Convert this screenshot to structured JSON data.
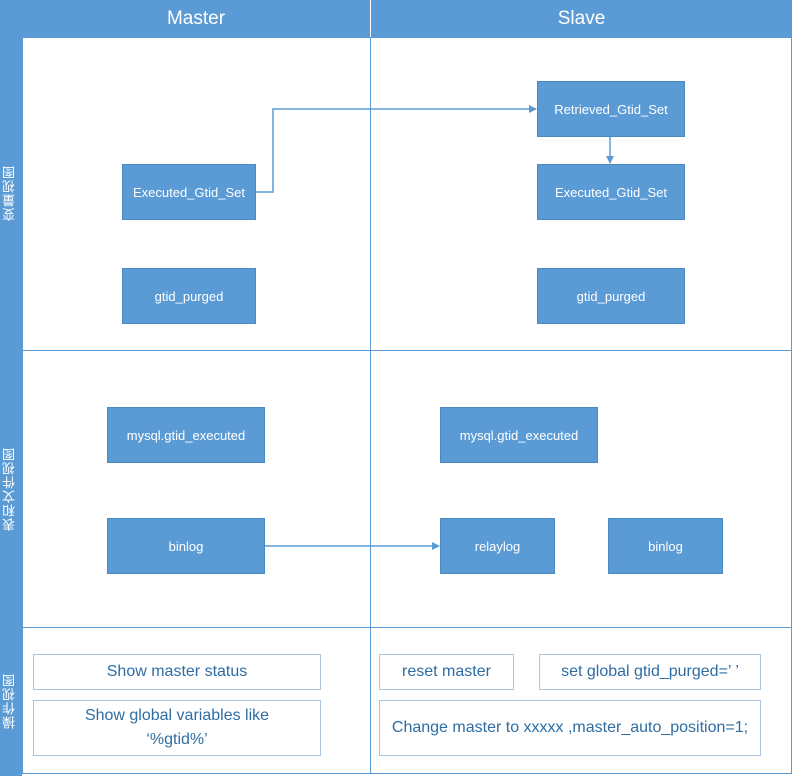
{
  "headers": {
    "master": "Master",
    "slave": "Slave"
  },
  "lanes": {
    "variables": "变量视图",
    "tables_files": "表和文件视图",
    "operations": "操作视图"
  },
  "variable_view": {
    "master": {
      "executed": "Executed_Gtid_Set",
      "purged": "gtid_purged"
    },
    "slave": {
      "retrieved": "Retrieved_Gtid_Set",
      "executed": "Executed_Gtid_Set",
      "purged": "gtid_purged"
    }
  },
  "table_file_view": {
    "master": {
      "gtid_table": "mysql.gtid_executed",
      "binlog": "binlog"
    },
    "slave": {
      "gtid_table": "mysql.gtid_executed",
      "relaylog": "relaylog",
      "binlog": "binlog"
    }
  },
  "operations_view": {
    "master": {
      "show_status": "Show master status",
      "show_vars_line1": "Show global variables like",
      "show_vars_line2": "‘%gtid%’"
    },
    "slave": {
      "reset": "reset master",
      "set_purged": "set global gtid_purged=’ ’",
      "change_master": "Change master to xxxxx ,master_auto_position=1;"
    }
  },
  "colors": {
    "accent": "#5b9bd5",
    "op_text": "#2e6da4"
  }
}
